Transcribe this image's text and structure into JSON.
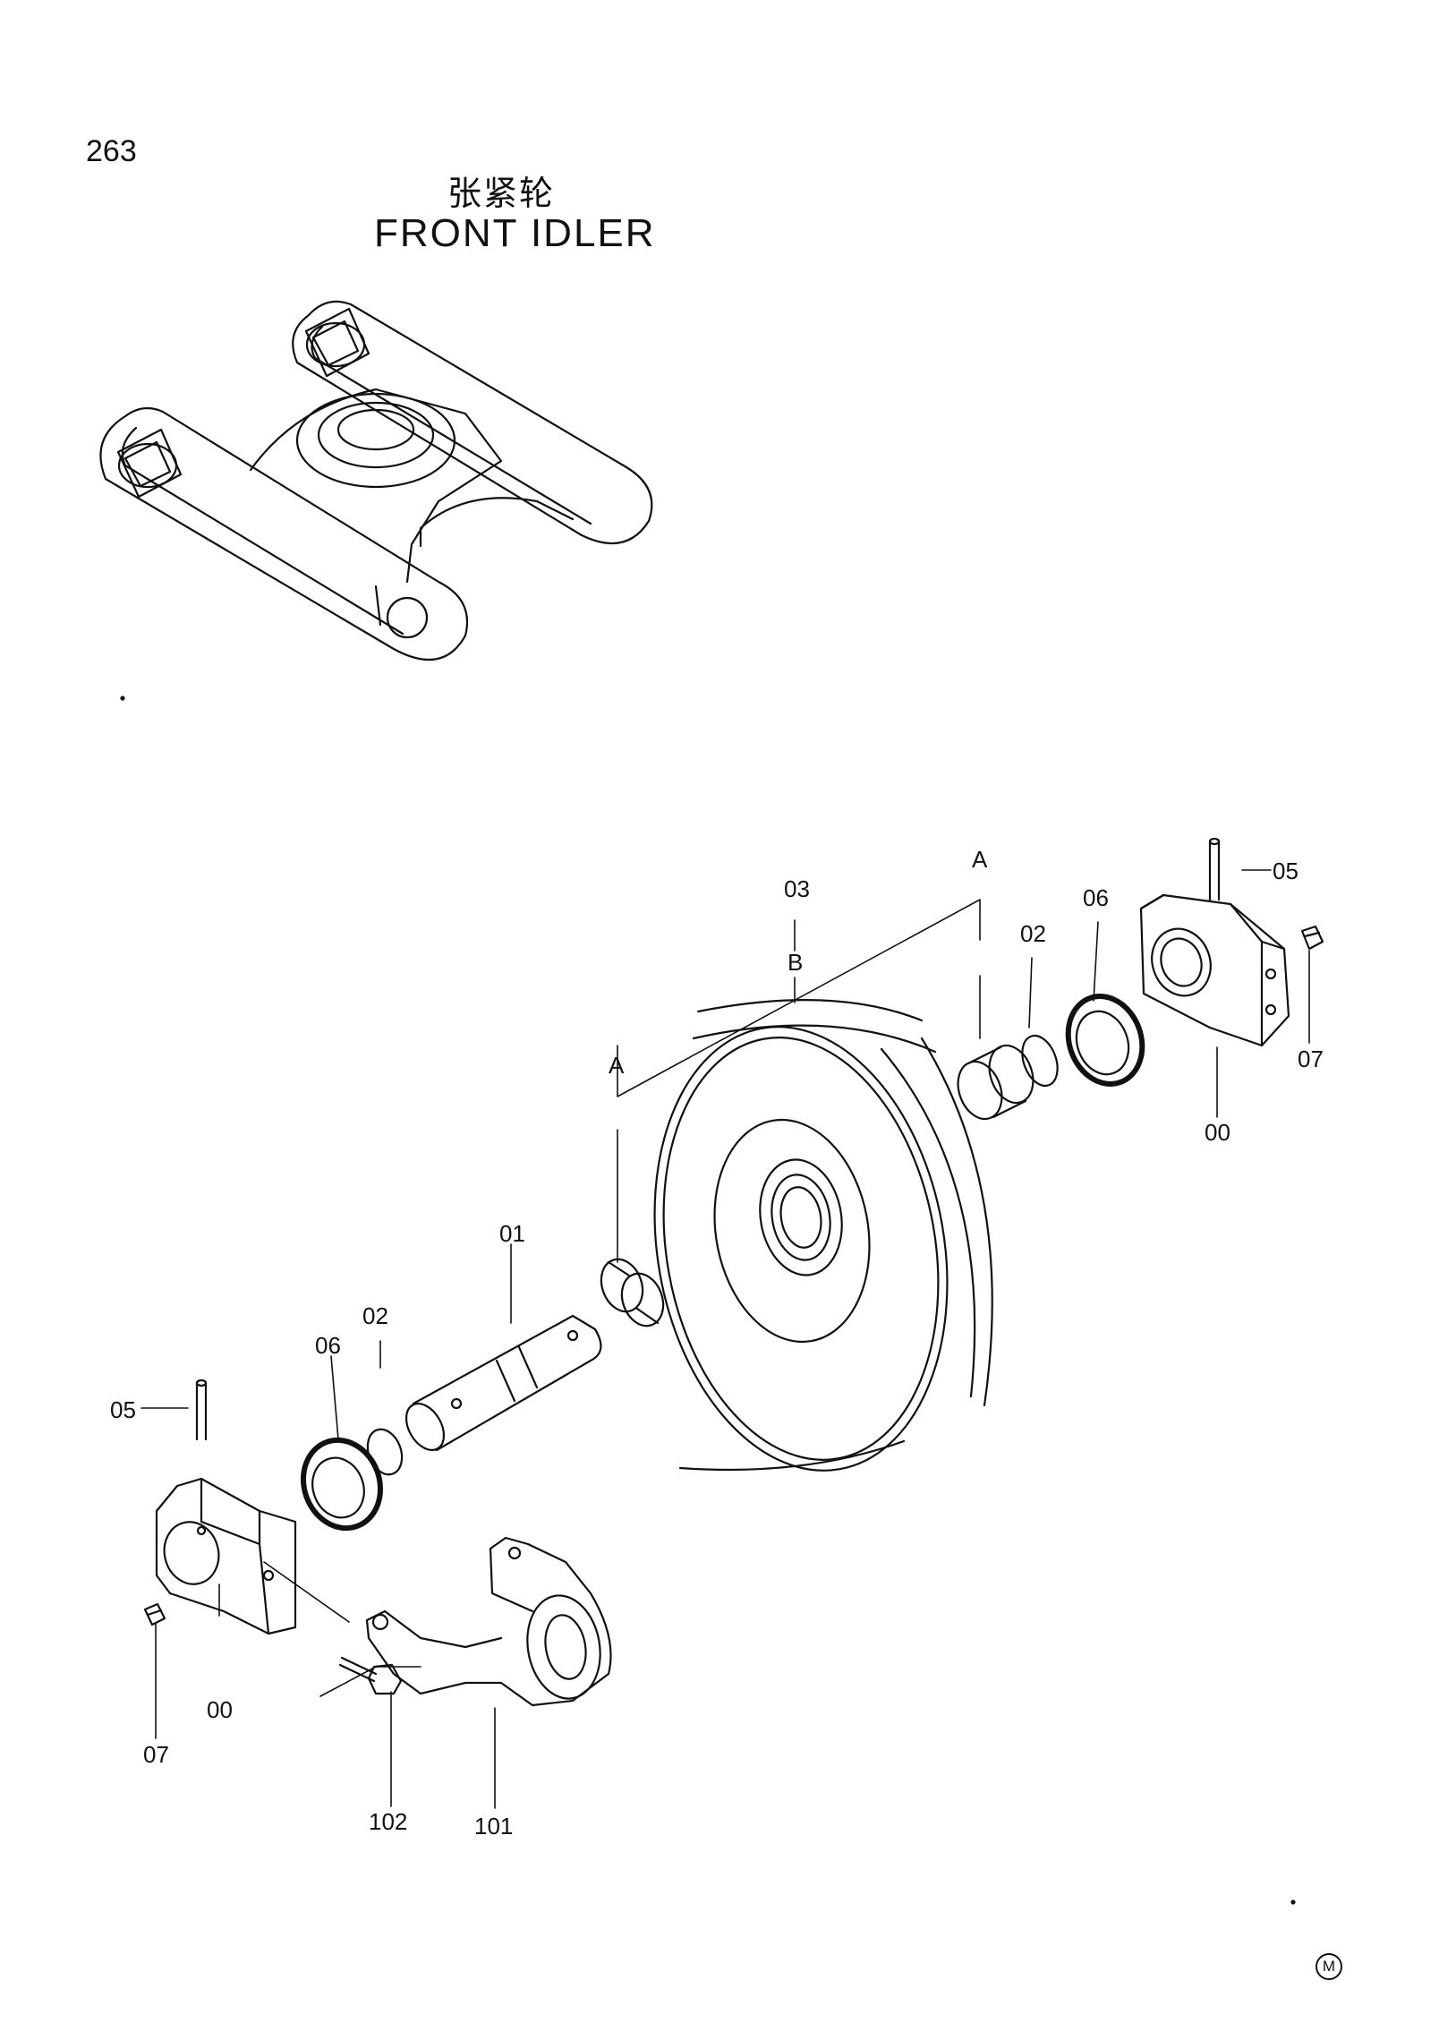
{
  "page_number": "263",
  "title_cn": "张紧轮",
  "title_en": "FRONT IDLER",
  "callouts": {
    "c03": "03",
    "cB": "B",
    "cA_top": "A",
    "cA_left": "A",
    "c02_right": "02",
    "c06_right": "06",
    "c05_right": "05",
    "c07_right": "07",
    "c00_right": "00",
    "c01": "01",
    "c02_left": "02",
    "c06_left": "06",
    "c05_left": "05",
    "c07_left": "07",
    "c00_left": "00",
    "c102": "102",
    "c101": "101"
  },
  "corner_mark": "M"
}
